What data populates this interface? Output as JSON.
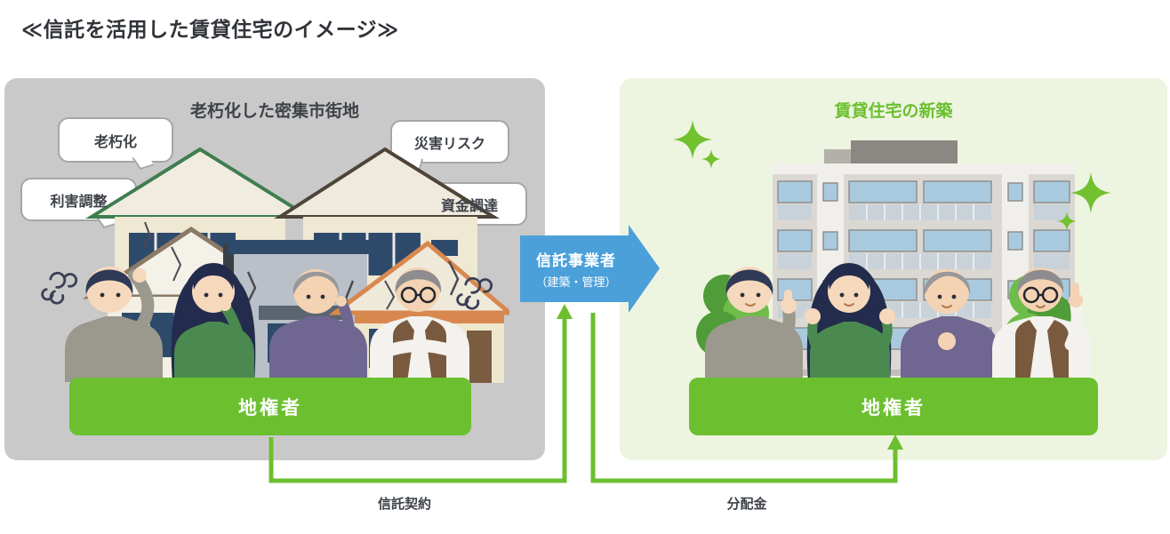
{
  "title": "≪信託を活用した賃貸住宅のイメージ≫",
  "left_panel": {
    "heading": "老朽化した密集市街地",
    "bubbles": [
      {
        "label": "老朽化"
      },
      {
        "label": "災害リスク"
      },
      {
        "label": "利害調整"
      },
      {
        "label": "資金調達"
      }
    ],
    "landowner_label": "地権者"
  },
  "right_panel": {
    "heading": "賃貸住宅の新築",
    "landowner_label": "地権者"
  },
  "trust_arrow": {
    "line1": "信託事業者",
    "line2": "（建築・管理）"
  },
  "flow_labels": {
    "trust_contract": "信託契約",
    "distribution": "分配金"
  },
  "colors": {
    "accent_green": "#6cbf2f",
    "panel_gray": "#c9c9c9",
    "panel_light_green": "#edf5e1",
    "arrow_blue": "#4ba0d9",
    "text_dark": "#3e4248",
    "bar_text": "#ffffff"
  }
}
